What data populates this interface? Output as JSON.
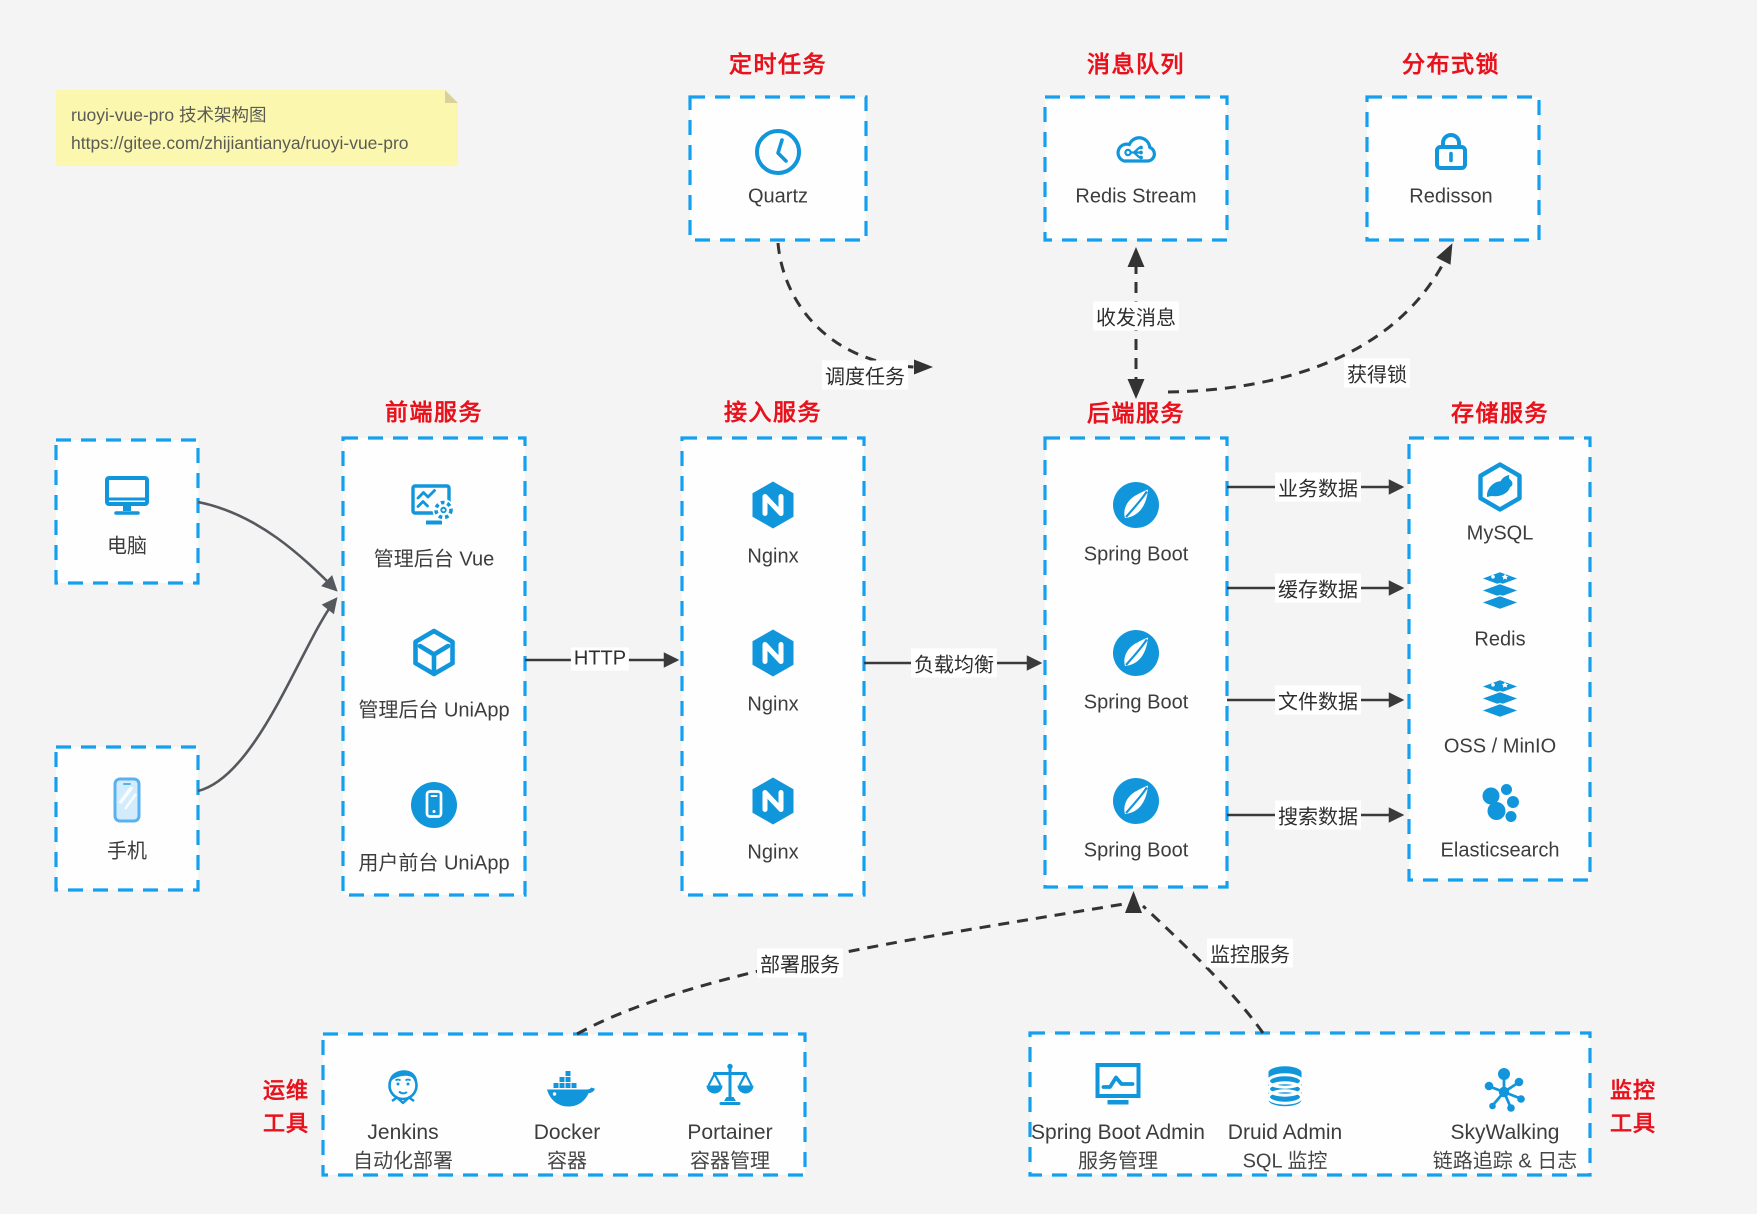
{
  "colors": {
    "bg": "#f4f4f4",
    "blue": "#14a0ef",
    "icon_blue": "#1296db",
    "red": "#e8121d",
    "ink": "#3d3d3d",
    "arrow": "#3a3a3a",
    "note_bg": "#fbf7ae"
  },
  "note": {
    "title": "ruoyi-vue-pro 技术架构图",
    "url": "https://gitee.com/zhijiantianya/ruoyi-vue-pro"
  },
  "top_groups": [
    {
      "title": "定时任务",
      "item_label": "Quartz",
      "icon": "clock-icon"
    },
    {
      "title": "消息队列",
      "item_label": "Redis Stream",
      "icon": "cloud-mq-icon"
    },
    {
      "title": "分布式锁",
      "item_label": "Redisson",
      "icon": "lock-icon"
    }
  ],
  "clients": [
    {
      "label": "电脑",
      "icon": "desktop-icon"
    },
    {
      "label": "手机",
      "icon": "smartphone-icon"
    }
  ],
  "columns": [
    {
      "title": "前端服务",
      "items": [
        {
          "label": "管理后台 Vue",
          "icon": "admin-vue-icon"
        },
        {
          "label": "管理后台 UniApp",
          "icon": "uniapp-cube-icon"
        },
        {
          "label": "用户前台 UniApp",
          "icon": "user-app-icon"
        }
      ]
    },
    {
      "title": "接入服务",
      "items": [
        {
          "label": "Nginx",
          "icon": "nginx-icon"
        },
        {
          "label": "Nginx",
          "icon": "nginx-icon"
        },
        {
          "label": "Nginx",
          "icon": "nginx-icon"
        }
      ]
    },
    {
      "title": "后端服务",
      "items": [
        {
          "label": "Spring Boot",
          "icon": "spring-icon"
        },
        {
          "label": "Spring Boot",
          "icon": "spring-icon"
        },
        {
          "label": "Spring Boot",
          "icon": "spring-icon"
        }
      ]
    },
    {
      "title": "存储服务",
      "items": [
        {
          "label": "MySQL",
          "icon": "mysql-icon"
        },
        {
          "label": "Redis",
          "icon": "redis-stack-icon"
        },
        {
          "label": "OSS / MinIO",
          "icon": "storage-stack-icon"
        },
        {
          "label": "Elasticsearch",
          "icon": "elasticsearch-icon"
        }
      ]
    }
  ],
  "bottom_groups": [
    {
      "title_line1": "运维",
      "title_line2": "工具",
      "items": [
        {
          "name": "Jenkins",
          "desc": "自动化部署",
          "icon": "jenkins-icon"
        },
        {
          "name": "Docker",
          "desc": "容器",
          "icon": "docker-icon"
        },
        {
          "name": "Portainer",
          "desc": "容器管理",
          "icon": "portainer-icon"
        }
      ]
    },
    {
      "title_line1": "监控",
      "title_line2": "工具",
      "items": [
        {
          "name": "Spring Boot Admin",
          "desc": "服务管理",
          "icon": "spring-boot-admin-icon"
        },
        {
          "name": "Druid Admin",
          "desc": "SQL 监控",
          "icon": "druid-icon"
        },
        {
          "name": "SkyWalking",
          "desc": "链路追踪 & 日志",
          "icon": "skywalking-icon"
        }
      ]
    }
  ],
  "edges": {
    "http": "HTTP",
    "load_balance": "负载均衡",
    "schedule": "调度任务",
    "messaging": "收发消息",
    "acquire_lock": "获得锁",
    "business_data": "业务数据",
    "cache_data": "缓存数据",
    "file_data": "文件数据",
    "search_data": "搜索数据",
    "deploy": "部署服务",
    "monitor": "监控服务"
  }
}
